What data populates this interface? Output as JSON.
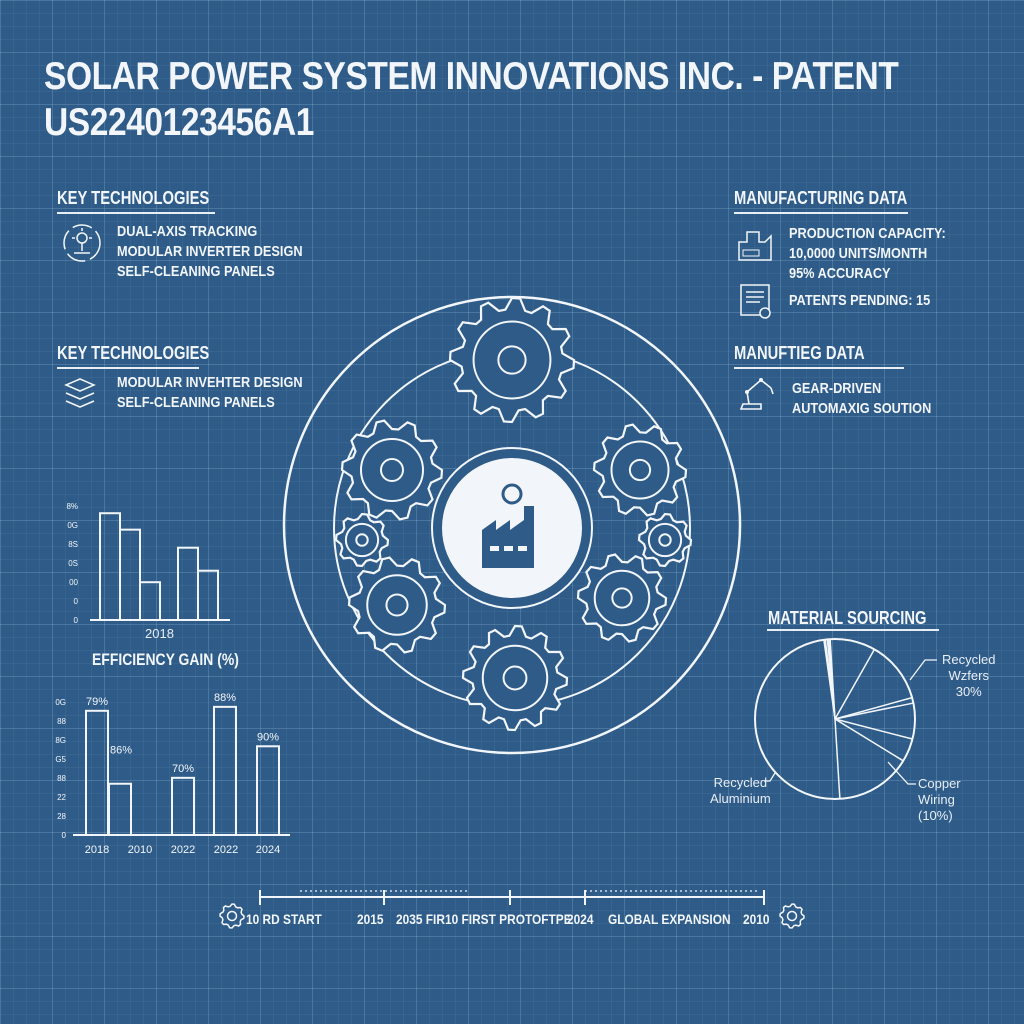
{
  "title": {
    "line1": "SOLAR POWER SYSTEM INNOVATIONS INC. - PATENT",
    "line2": "US2240123456A1"
  },
  "left_panels": [
    {
      "heading": "KEY TECHNOLOGIES",
      "icon": "solar-tracker-icon",
      "items": [
        "DUAL-AXIS TRACKING",
        "MODULAR INVERTER DESIGN",
        "SELF-CLEANING PANELS"
      ]
    },
    {
      "heading": "KEY TECHNOLOGIES",
      "icon": "stacked-panels-icon",
      "items": [
        "MODULAR INVEHTER DESIGN",
        "SELF-CLEANING PANELS"
      ]
    }
  ],
  "right_panels": [
    {
      "heading": "MANUFACTURING DATA",
      "groups": [
        {
          "icon": "factory-icon",
          "items": [
            "PRODUCTION CAPACITY:",
            "10,0000 UNITS/MONTH",
            "95% ACCURACY"
          ]
        },
        {
          "icon": "certificate-icon",
          "items": [
            "PATENTS PENDING: 15"
          ]
        }
      ]
    },
    {
      "heading": "MANUFTIEG DATA",
      "groups": [
        {
          "icon": "robot-arm-icon",
          "items": [
            "GEAR-DRIVEN",
            "AUTOMAXIG SOUTION"
          ]
        }
      ]
    }
  ],
  "center_diagram": {
    "center_icon": "factory-sun-icon",
    "gear_icons": [
      "solar-house-icon",
      "growth-chart-icon",
      "gear-icon",
      "globe-icon",
      "gear-icon",
      "battery-icon",
      "gear-icon",
      "tools-icon",
      "gear-icon"
    ]
  },
  "chart_data": [
    {
      "type": "bar",
      "title": "",
      "categories": [
        "2018"
      ],
      "y_tick_labels": [
        "0",
        "0",
        "00",
        "0S",
        "8S",
        "0G",
        "8%"
      ],
      "values": [
        6.5,
        5.5,
        2.3,
        4.4,
        3.0
      ],
      "ylim": [
        0,
        7
      ],
      "xlabel": "",
      "ylabel": ""
    },
    {
      "type": "bar",
      "title": "EFFICIENCY GAIN (%)",
      "categories": [
        "2018",
        "2010",
        "2022",
        "2022",
        "2024"
      ],
      "y_tick_labels": [
        "0",
        "28",
        "22",
        "88",
        "G5",
        "8G",
        "88",
        "0G"
      ],
      "bars": [
        {
          "label": "79%",
          "value": 6.3
        },
        {
          "label": "86%",
          "value": 2.6
        },
        {
          "label": "70%",
          "value": 2.9
        },
        {
          "label": "88%",
          "value": 6.5
        },
        {
          "label": "90%",
          "value": 4.5
        }
      ],
      "ylim": [
        0,
        7
      ]
    },
    {
      "type": "pie",
      "title": "MATERIAL SOURCING",
      "labels": [
        {
          "text": [
            "Recycled",
            "Wzfers",
            "30%"
          ]
        },
        {
          "text": [
            "Copper",
            "Wiring",
            "(10%)"
          ]
        },
        {
          "text": [
            "Recycled",
            "Aluminium"
          ]
        }
      ],
      "slices_deg": [
        1,
        1.5,
        1,
        1,
        33,
        45,
        4,
        26,
        17,
        55,
        175.5
      ]
    }
  ],
  "timeline": {
    "labels": [
      "10 RD START",
      "2015",
      "2035 FIR10 FIRST PROTOFTPE",
      "2024",
      "GLOBAL EXPANSION",
      "2010"
    ]
  },
  "colors": {
    "background": "#2e5b87",
    "ink": "#f2f6fa"
  }
}
